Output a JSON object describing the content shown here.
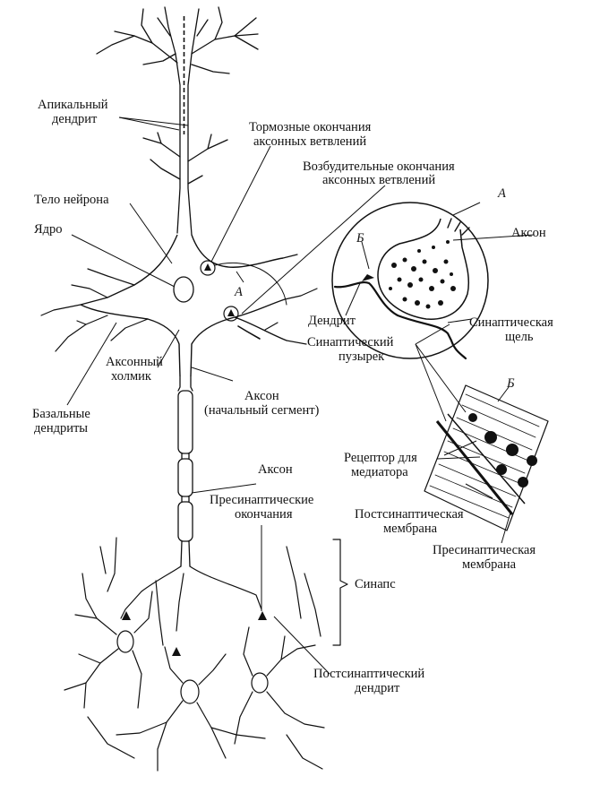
{
  "labels": {
    "apical_dendrite": [
      "Апикальный",
      "дендрит"
    ],
    "inhibitory_endings": [
      "Тормозные окончания",
      "аксонных ветвлений"
    ],
    "excitatory_endings": [
      "Возбудительные окончания",
      "аксонных ветвлений"
    ],
    "neuron_body": "Тело нейрона",
    "nucleus": "Ядро",
    "marker_a": "А",
    "marker_b": "Б",
    "axon_inset": "Аксон",
    "dendrite_inset": "Дендрит",
    "synaptic_cleft": [
      "Синаптическая",
      "щель"
    ],
    "synaptic_vesicle": [
      "Синаптический",
      "пузырек"
    ],
    "axon_hillock": [
      "Аксонный",
      "холмик"
    ],
    "axon_initial": [
      "Аксон",
      "(начальный сегмент)"
    ],
    "basal_dendrites": [
      "Базальные",
      "дендриты"
    ],
    "mediator_receptor": [
      "Рецептор для",
      "медиатора"
    ],
    "axon_lower": "Аксон",
    "postsynaptic_membrane": [
      "Постсинаптическая",
      "мембрана"
    ],
    "presynaptic_endings": [
      "Пресинаптические",
      "окончания"
    ],
    "presynaptic_membrane": [
      "Пресинаптическая",
      "мембрана"
    ],
    "synapse": "Синапс",
    "postsynaptic_dendrite": [
      "Постсинаптический",
      "дендрит"
    ]
  }
}
